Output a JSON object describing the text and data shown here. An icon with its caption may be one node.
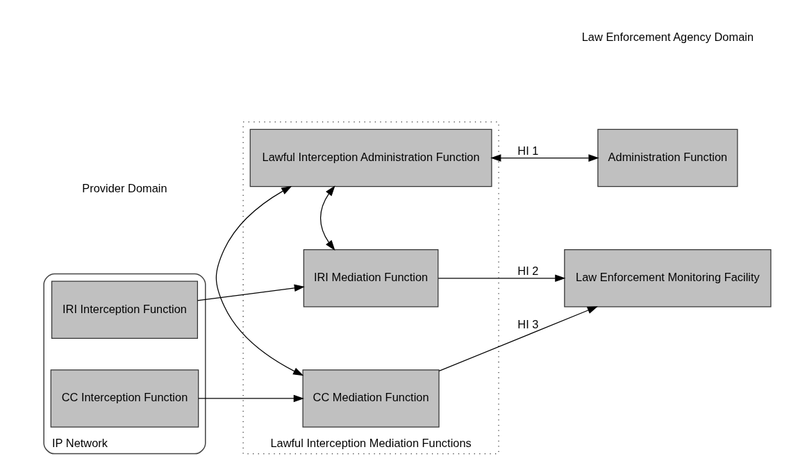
{
  "diagram": {
    "nodes": [
      {
        "text": [
          "IP Network"
        ]
      },
      {
        "text": [
          "IRI Interception Function"
        ],
        "in": 0
      },
      {
        "text": [
          "CC Interception Function"
        ],
        "in": 0
      },
      {
        "text": [
          "Lawful Interception Mediation Functions"
        ]
      },
      {
        "text": [
          "Lawful Interception Administration Function"
        ],
        "in": 3
      },
      {
        "text": [
          "IRI Mediation Function"
        ],
        "in": 3
      },
      {
        "text": [
          "CC Mediation Function"
        ],
        "in": 3
      },
      {
        "text": [
          "Administration Function"
        ]
      },
      {
        "text": [
          "Law Enforcement Monitoring Facility"
        ]
      }
    ],
    "edges": [
      {
        "from": 4,
        "to": 7,
        "arrow": "both",
        "label": "HI 1"
      },
      {
        "from": 4,
        "to": 5,
        "arrow": "both"
      },
      {
        "from": 4,
        "to": 6,
        "arrow": "both"
      },
      {
        "from": 1,
        "to": 5,
        "arrow": "to"
      },
      {
        "from": 5,
        "to": 8,
        "arrow": "to",
        "label": "HI 2"
      },
      {
        "from": 2,
        "to": 6,
        "arrow": "to"
      },
      {
        "from": 6,
        "to": 8,
        "arrow": "to",
        "label": "HI 3"
      }
    ],
    "labels": [
      "Provider Domain",
      "Law Enforcement Agency Domain"
    ]
  }
}
